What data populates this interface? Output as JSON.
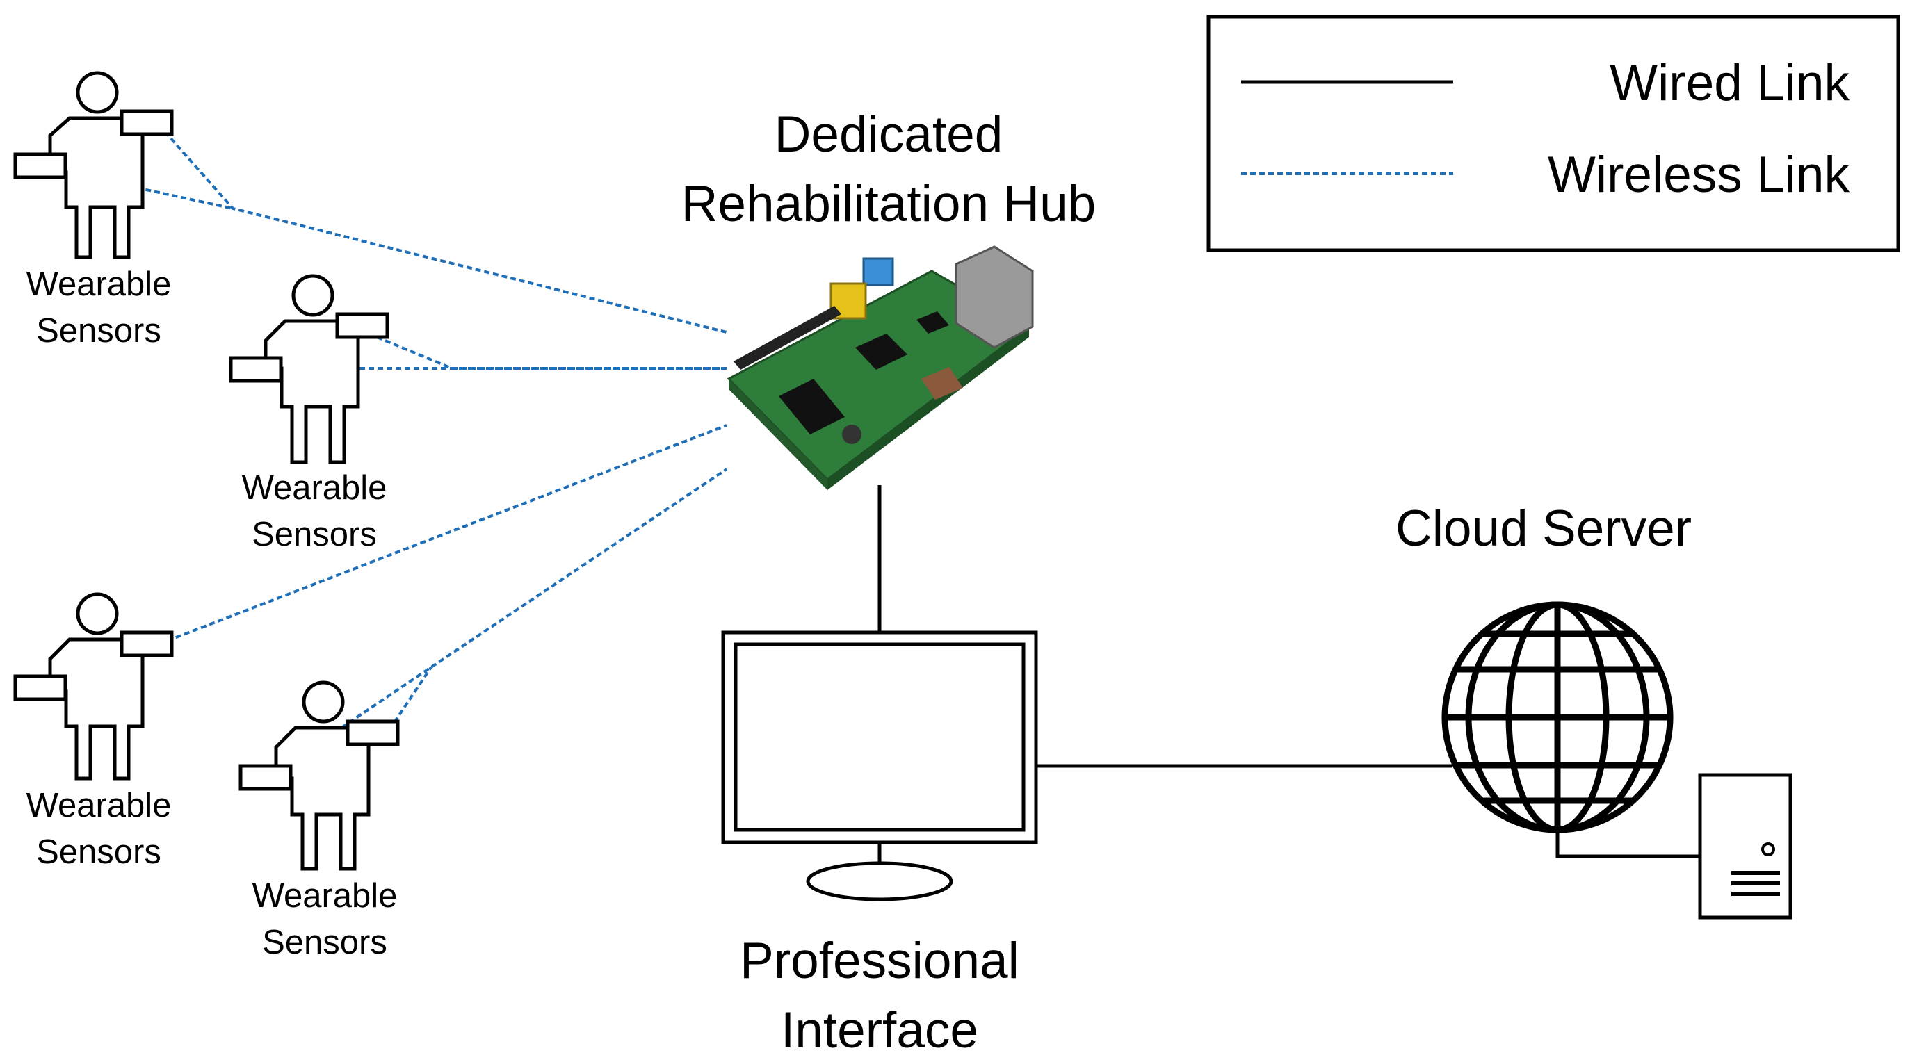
{
  "diagram": {
    "title_hub": [
      "Dedicated",
      "Rehabilitation Hub"
    ],
    "professional": [
      "Professional",
      "Interface"
    ],
    "cloud": "Cloud Server",
    "sensor_groups": [
      [
        "Wearable",
        "Sensors"
      ],
      [
        "Wearable",
        "Sensors"
      ],
      [
        "Wearable",
        "Sensors"
      ],
      [
        "Wearable",
        "Sensors"
      ]
    ],
    "legend": {
      "wired": "Wired Link",
      "wireless": "Wireless Link"
    }
  },
  "colors": {
    "wireless": "#1f6fb8",
    "board": "#2f7d3a"
  },
  "icons": [
    "person-icon",
    "sensor-icon",
    "circuit-board-icon",
    "monitor-icon",
    "globe-icon",
    "server-icon"
  ]
}
